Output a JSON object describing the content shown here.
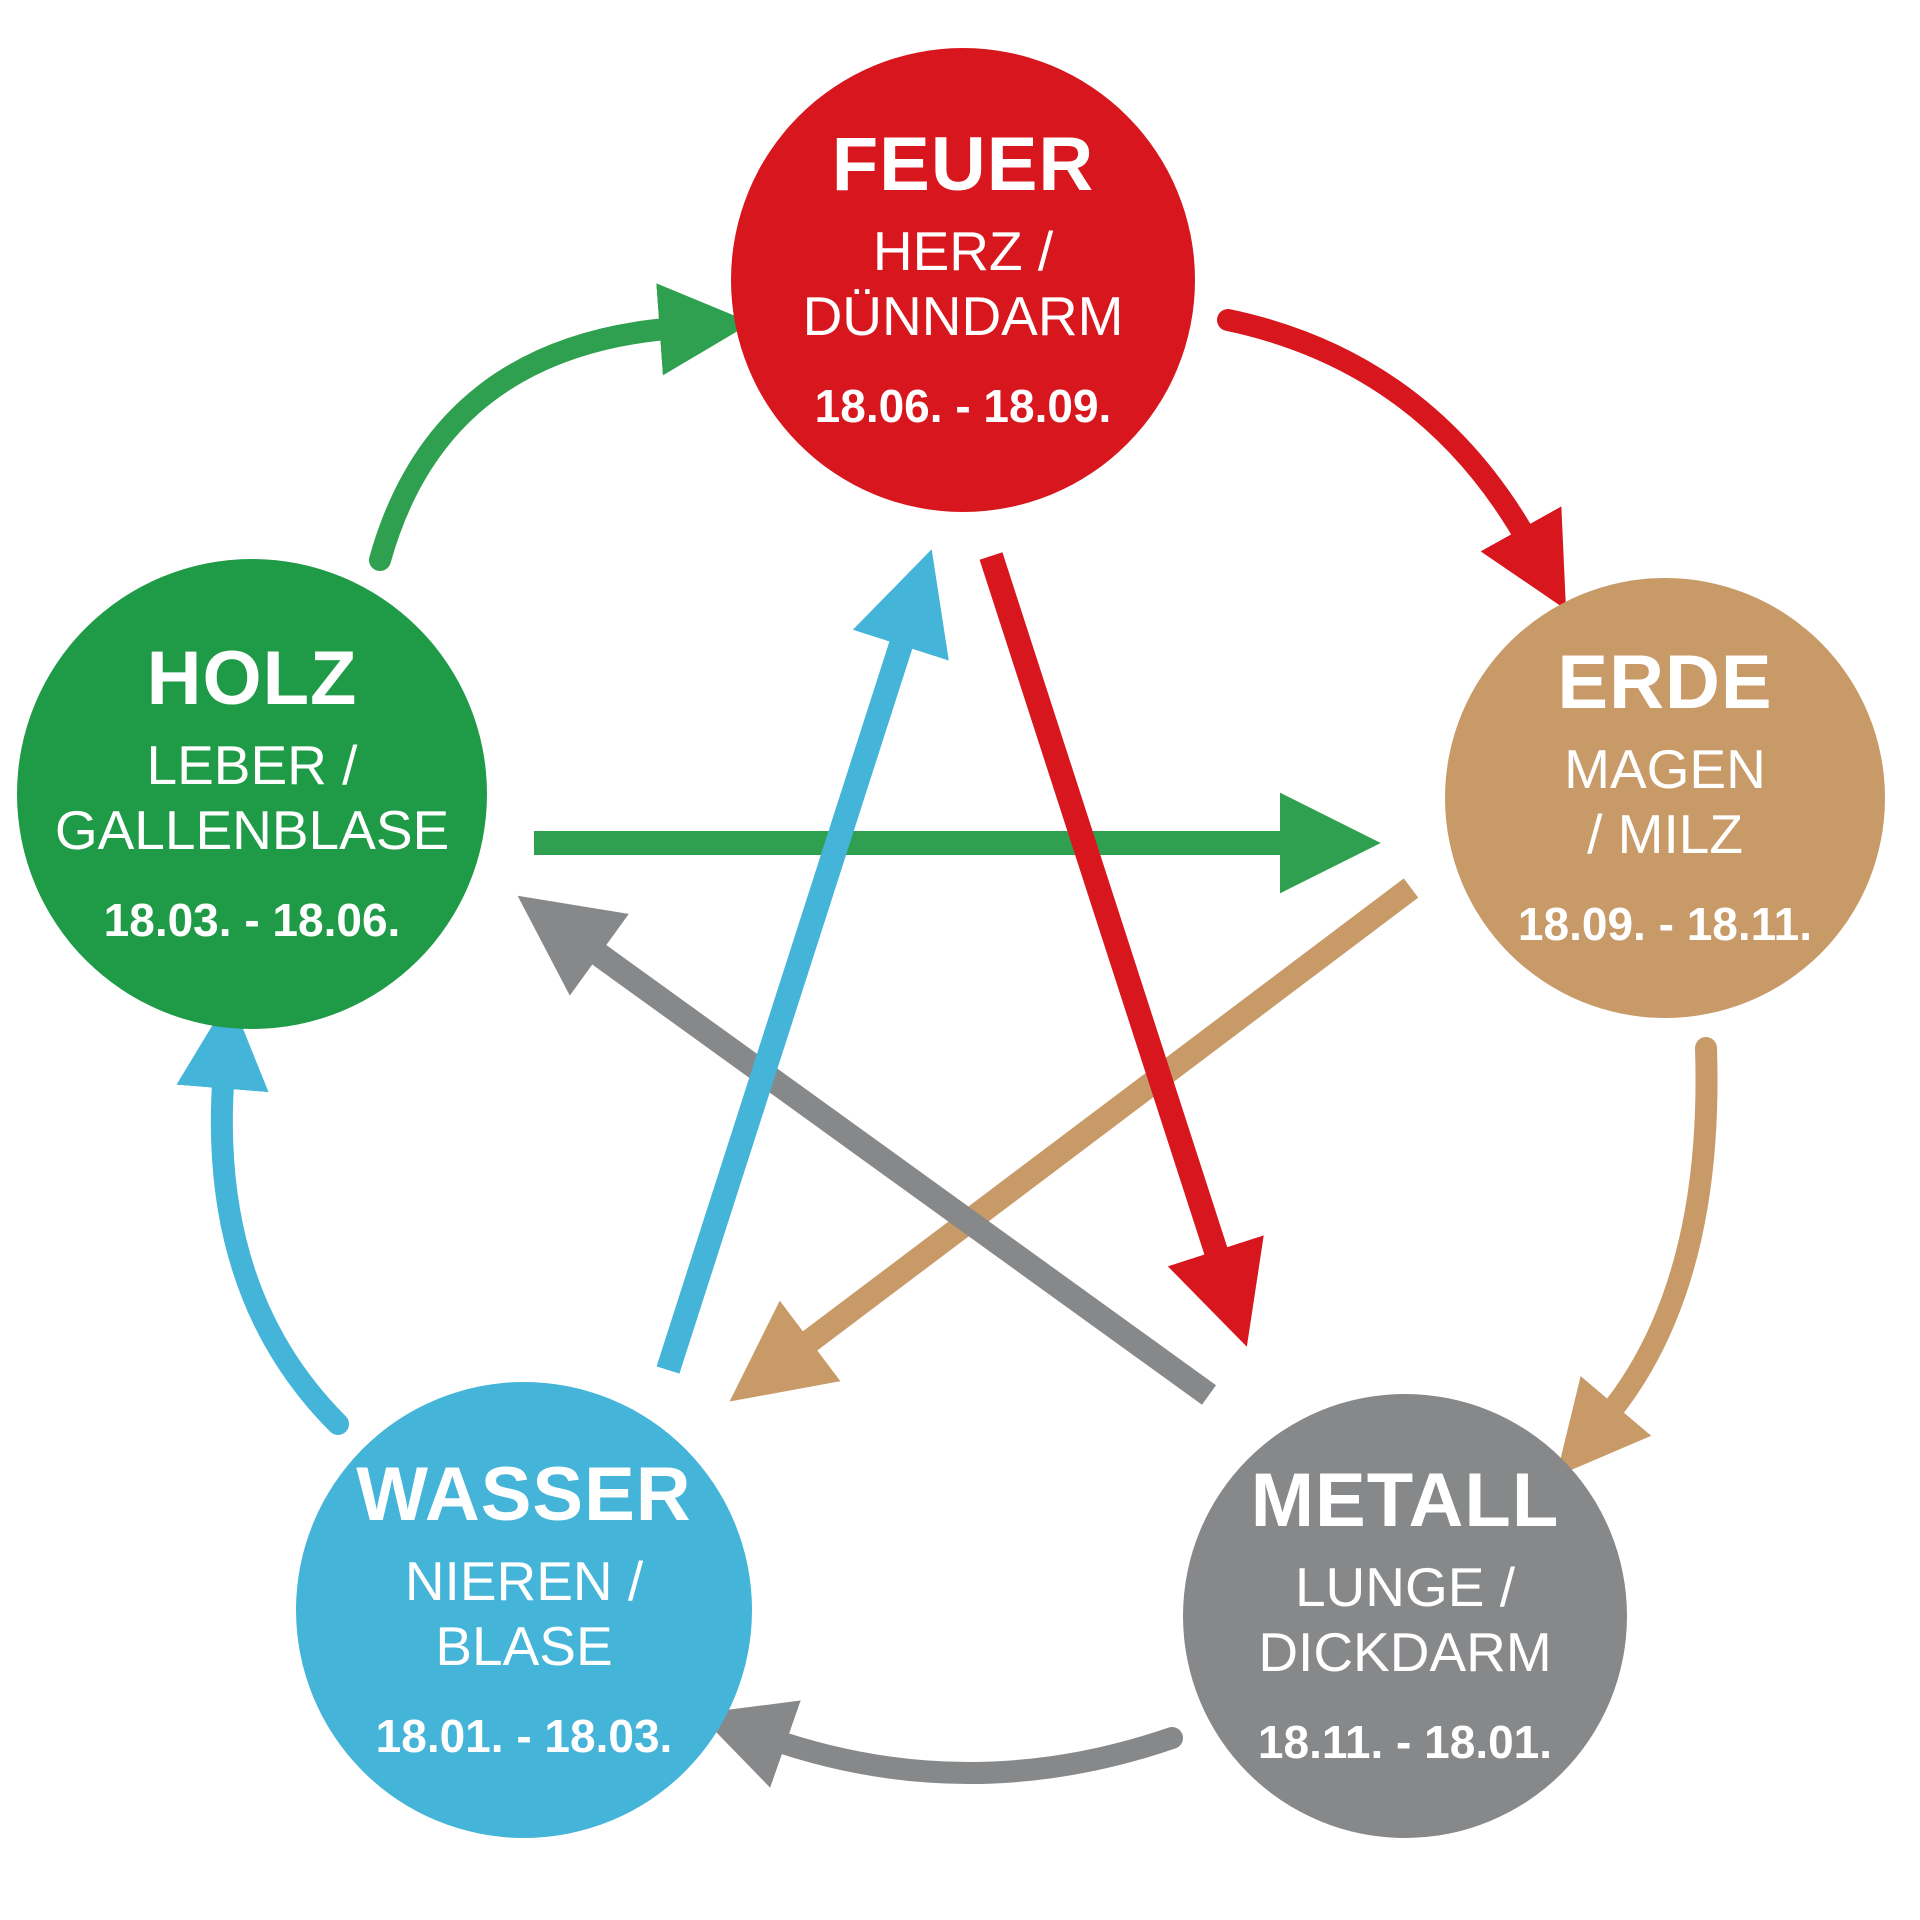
{
  "colors": {
    "red": "#d8161e",
    "green": "#1f9b47",
    "green_arrow": "#2fa04f",
    "tan": "#c89a68",
    "gray": "#87888a",
    "cyan": "#44b4d8"
  },
  "elements": [
    {
      "id": "feuer",
      "title": "FEUER",
      "organ_line1": "HERZ /",
      "organ_line2": "DÜNNDARM",
      "date": "18.06. - 18.09.",
      "color": "#d8161e"
    },
    {
      "id": "erde",
      "title": "ERDE",
      "organ_line1": "MAGEN",
      "organ_line2": "/ MILZ",
      "date": "18.09. - 18.11.",
      "color": "#c89a68"
    },
    {
      "id": "metall",
      "title": "METALL",
      "organ_line1": "LUNGE /",
      "organ_line2": "DICKDARM",
      "date": "18.11. - 18.01.",
      "color": "#87888a"
    },
    {
      "id": "wasser",
      "title": "WASSER",
      "organ_line1": "NIEREN /",
      "organ_line2": "BLASE",
      "date": "18.01. - 18.03.",
      "color": "#44b4d8"
    },
    {
      "id": "holz",
      "title": "HOLZ",
      "organ_line1": "LEBER /",
      "organ_line2": "GALLENBLASE",
      "date": "18.03. - 18.06.",
      "color": "#1f9b47"
    }
  ],
  "arrows": {
    "cycle": [
      {
        "name": "holz-to-feuer",
        "color": "#2fa04f"
      },
      {
        "name": "feuer-to-erde",
        "color": "#d8161e"
      },
      {
        "name": "erde-to-metall",
        "color": "#c89a68"
      },
      {
        "name": "metall-to-wasser",
        "color": "#87888a"
      },
      {
        "name": "wasser-to-holz",
        "color": "#44b4d8"
      }
    ],
    "star": [
      {
        "name": "holz-to-erde",
        "color": "#2fa04f"
      },
      {
        "name": "feuer-to-metall",
        "color": "#d8161e"
      },
      {
        "name": "erde-to-wasser",
        "color": "#c89a68"
      },
      {
        "name": "metall-to-holz",
        "color": "#87888a"
      },
      {
        "name": "wasser-to-feuer",
        "color": "#44b4d8"
      }
    ]
  }
}
